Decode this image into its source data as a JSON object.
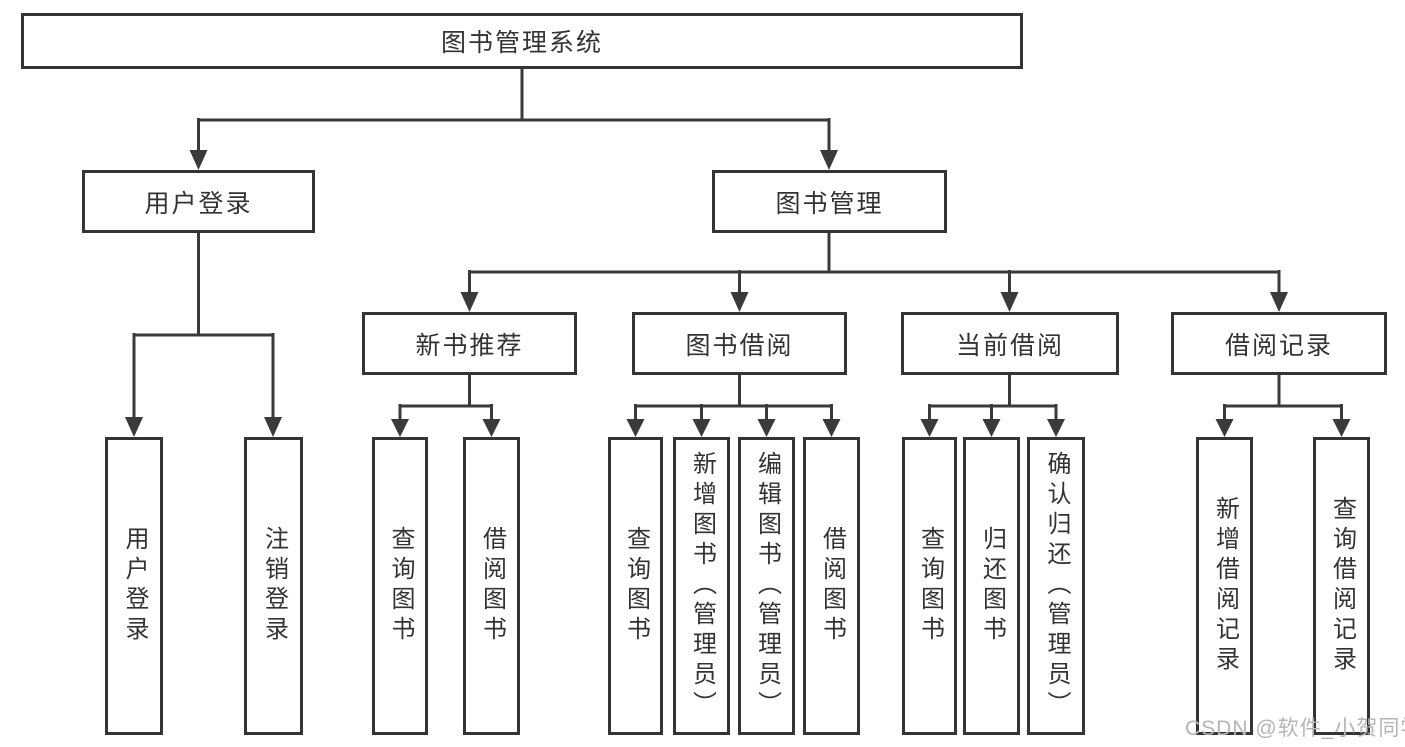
{
  "tree": {
    "label": "图书管理系统",
    "children": [
      {
        "label": "用户登录",
        "children": [
          {
            "label": "用户登录"
          },
          {
            "label": "注销登录"
          }
        ]
      },
      {
        "label": "图书管理",
        "children": [
          {
            "label": "新书推荐",
            "children": [
              {
                "label": "查询图书"
              },
              {
                "label": "借阅图书"
              }
            ]
          },
          {
            "label": "图书借阅",
            "children": [
              {
                "label": "查询图书"
              },
              {
                "label": "新增图书（管理员）"
              },
              {
                "label": "编辑图书（管理员）"
              },
              {
                "label": "借阅图书"
              }
            ]
          },
          {
            "label": "当前借阅",
            "children": [
              {
                "label": "查询图书"
              },
              {
                "label": "归还图书"
              },
              {
                "label": "确认归还（管理员）"
              }
            ]
          },
          {
            "label": "借阅记录",
            "children": [
              {
                "label": "新增借阅记录"
              },
              {
                "label": "查询借阅记录"
              }
            ]
          }
        ]
      }
    ]
  },
  "watermark": {
    "text": "CSDN @软件_小贺同学"
  },
  "colors": {
    "background": "#ffffff",
    "box_border": "#343434",
    "connector_line": "#3a3a3a",
    "text": "#333333",
    "watermark": "#b5b5b5"
  }
}
